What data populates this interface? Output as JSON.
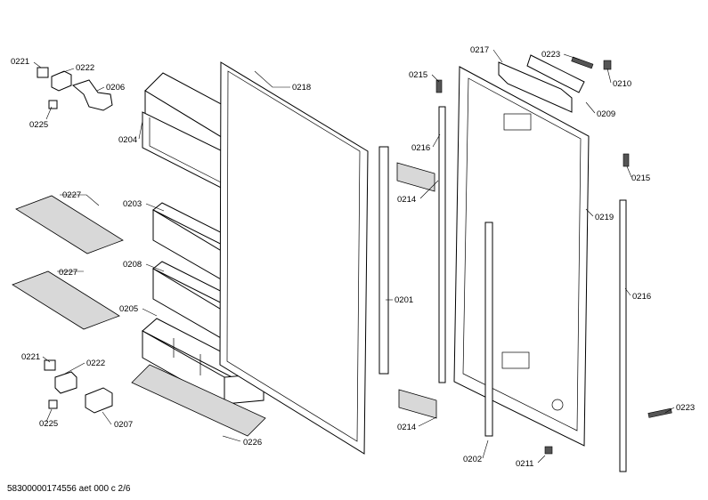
{
  "diagram": {
    "footer": "58300000174556 aet 000 c 2/6",
    "labels": {
      "l0221_top": "0221",
      "l0222_top": "0222",
      "l0206": "0206",
      "l0225_top": "0225",
      "l0204": "0204",
      "l0218": "0218",
      "l0227_a": "0227",
      "l0227_b": "0227",
      "l0203": "0203",
      "l0208": "0208",
      "l0205": "0205",
      "l0221_bot": "0221",
      "l0222_bot": "0222",
      "l0225_bot": "0225",
      "l0207": "0207",
      "l0226": "0226",
      "l0201": "0201",
      "l0214_a": "0214",
      "l0214_b": "0214",
      "l0215_a": "0215",
      "l0216_a": "0216",
      "l0217": "0217",
      "l0223_top": "0223",
      "l0210": "0210",
      "l0209": "0209",
      "l0215_b": "0215",
      "l0219": "0219",
      "l0216_b": "0216",
      "l0202": "0202",
      "l0211": "0211",
      "l0223_bot": "0223"
    }
  }
}
